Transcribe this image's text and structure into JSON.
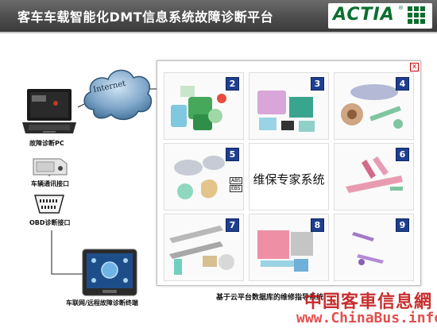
{
  "header": {
    "title": "客车车载智能化DMT信息系统故障诊断平台",
    "logo_text": "ACTIA",
    "logo_reg": "®"
  },
  "cloud": {
    "label": "Internet"
  },
  "devices": {
    "pc_caption": "故障诊断PC",
    "interface_caption": "车辆通讯接口",
    "obd_caption": "OBD诊断接口",
    "terminal_caption": "车联网/远程故障诊断终端",
    "obd_label": "OBD"
  },
  "panel": {
    "close_label": "x",
    "center_text": "维保专家系统",
    "cells": [
      {
        "number": "2"
      },
      {
        "number": "3"
      },
      {
        "number": "4"
      },
      {
        "number": "5"
      },
      {
        "number": "6"
      },
      {
        "number": "7"
      },
      {
        "number": "8"
      },
      {
        "number": "9"
      }
    ],
    "abs_label": "ABS",
    "ebs_label": "EBS"
  },
  "bottom_caption": "基于云平台数据库的维修指导系统",
  "watermark": {
    "cn": "中国客車信息網",
    "url": "www.ChinaBus.info"
  },
  "colors": {
    "header_bg": "#4d4d4d",
    "logo_green": "#0b6e2e",
    "number_badge": "#1f3f8f",
    "watermark_red": "#c21818"
  }
}
